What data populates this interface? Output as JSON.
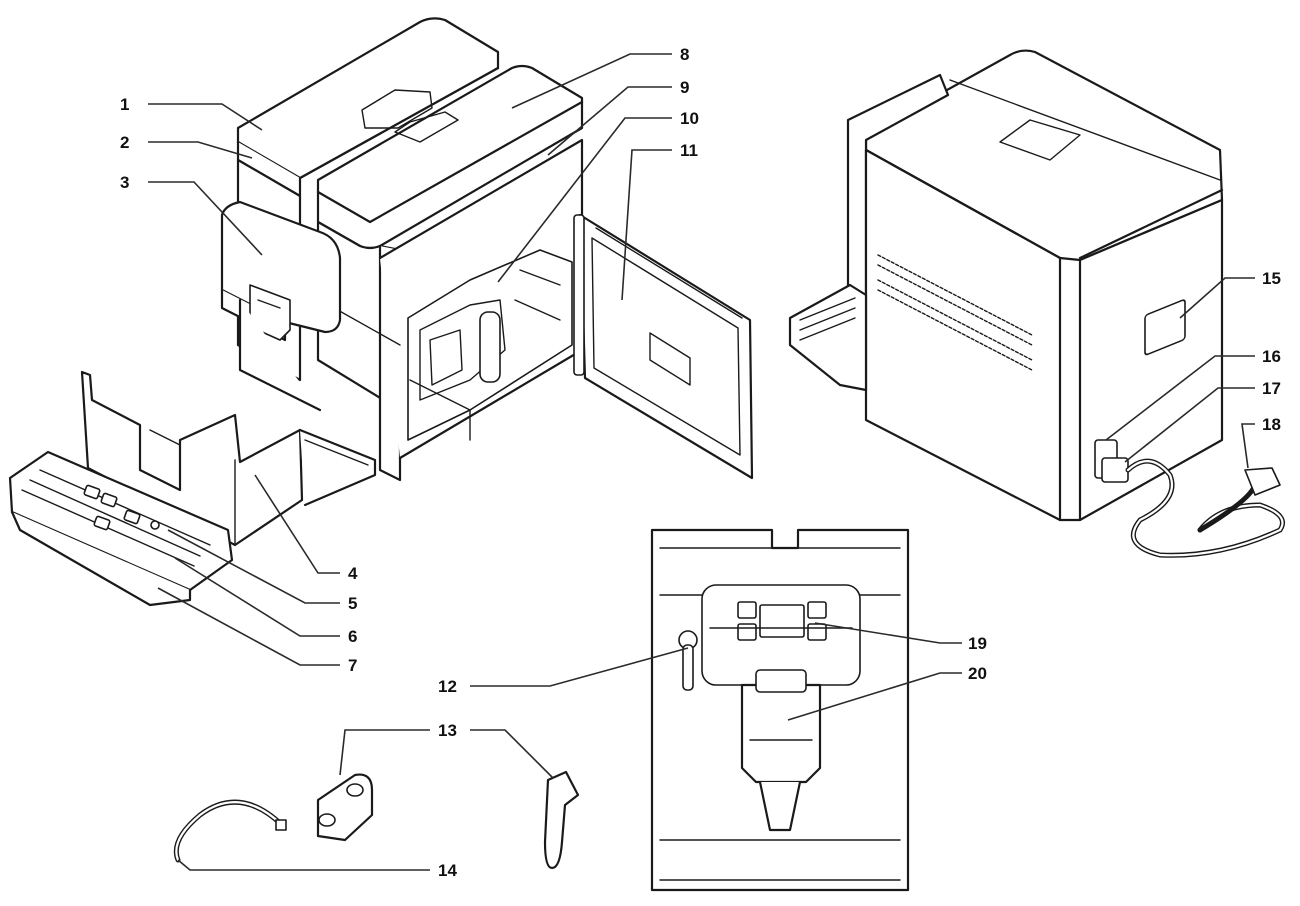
{
  "callouts": [
    {
      "id": "1",
      "label": "1"
    },
    {
      "id": "2",
      "label": "2"
    },
    {
      "id": "3",
      "label": "3"
    },
    {
      "id": "4",
      "label": "4"
    },
    {
      "id": "5",
      "label": "5"
    },
    {
      "id": "6",
      "label": "6"
    },
    {
      "id": "7",
      "label": "7"
    },
    {
      "id": "8",
      "label": "8"
    },
    {
      "id": "9",
      "label": "9"
    },
    {
      "id": "10",
      "label": "10"
    },
    {
      "id": "11",
      "label": "11"
    },
    {
      "id": "12",
      "label": "12"
    },
    {
      "id": "13",
      "label": "13"
    },
    {
      "id": "14",
      "label": "14"
    },
    {
      "id": "15",
      "label": "15"
    },
    {
      "id": "16",
      "label": "16"
    },
    {
      "id": "17",
      "label": "17"
    },
    {
      "id": "18",
      "label": "18"
    },
    {
      "id": "19",
      "label": "19"
    },
    {
      "id": "20",
      "label": "20"
    }
  ],
  "colors": {
    "line": "#1a1a1a",
    "background": "#ffffff"
  }
}
